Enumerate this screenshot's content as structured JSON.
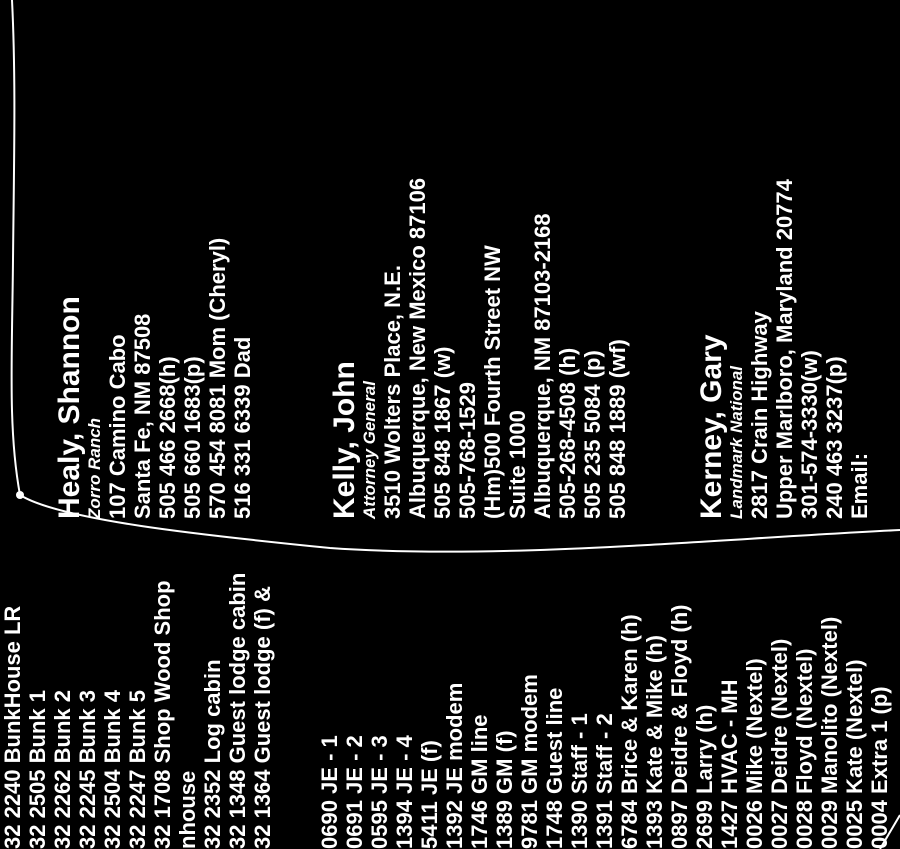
{
  "phone_list_a": [
    "32 2240 BunkHouse LR",
    "32 2505 Bunk 1",
    "32 2262 Bunk 2",
    "32 2245 Bunk 3",
    "32 2504 Bunk 4",
    "32 2247 Bunk 5",
    "32 1708 Shop Wood Shop",
    "nhouse",
    "32 2352 Log cabin",
    "32 1348 Guest lodge cabin",
    "32 1364 Guest lodge (f) &"
  ],
  "phone_list_b": [
    "",
    "0690 JE - 1",
    "0691 JE - 2",
    "0595 JE - 3",
    "1394 JE - 4",
    "5411 JE (f)",
    "1392 JE modem",
    "1746 GM line",
    "1389 GM (f)",
    "9781 GM modem",
    "1748 Guest line",
    "1390 Staff - 1",
    "1391 Staff - 2",
    "6784 Brice & Karen (h)",
    "1393 Kate & Mike (h)",
    "0897 Deidre & Floyd (h)",
    "2699 Larry (h)",
    "1427 HVAC - MH",
    "0026 Mike (Nextel)",
    "0027 Deidre (Nextel)",
    "0028 Floyd (Nextel)",
    "0029 Manolito (Nextel)",
    "0025 Kate (Nextel)",
    "0004 Extra 1 (p)"
  ],
  "contacts": {
    "healy": {
      "name": "Healy, Shannon",
      "org": "Zorro Ranch",
      "lines": [
        "107 Camino Cabo",
        "Santa Fe, NM 87508",
        "505 466 2668(h)",
        "505 660 1683(p)",
        "570 454 8081 Mom (Cheryl)",
        "516 331 6339 Dad"
      ]
    },
    "kelly": {
      "name": "Kelly, John",
      "org": "Attorney General",
      "lines": [
        "3510 Wolters Place, N.E.",
        "Albuquerque, New Mexico 87106",
        "505 848 1867 (w)",
        "505-768-1529",
        "(Hm)500 Fourth Street NW",
        "Suite 1000",
        "Albuquerque, NM 87103-2168",
        "505-268-4508 (h)",
        "505 235 5084 (p)",
        "505 848 1889 (wf)"
      ]
    },
    "kerney": {
      "name": "Kerney, Gary",
      "org": "Landmark National",
      "lines": [
        "2817 Crain Highway",
        "Upper Marlboro, Maryland 20774",
        "301-574-3330(w)",
        "240 463 3237(p)",
        "Email:"
      ]
    }
  }
}
